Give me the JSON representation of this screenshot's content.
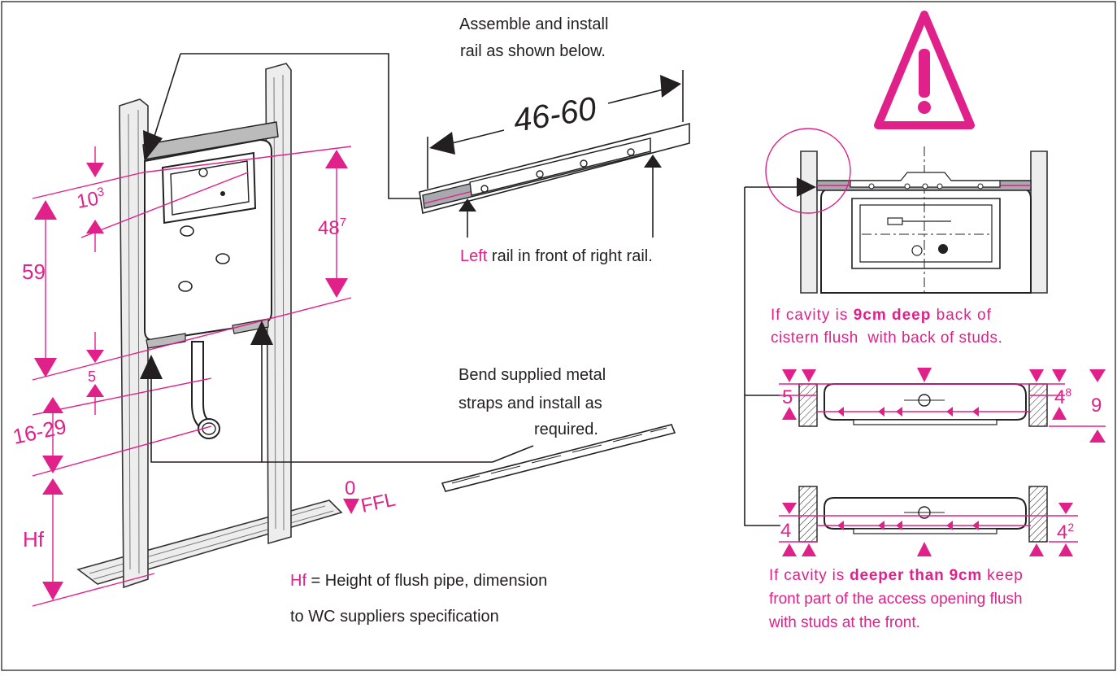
{
  "texts": {
    "assemble_line1": "Assemble and install",
    "assemble_line2": "rail as shown below.",
    "rail_dim": "46-60",
    "left_word": "Left",
    "left_rest": " rail in front of right rail.",
    "bend_line1": "Bend supplied metal",
    "bend_line2": "straps and install as",
    "bend_line3": "required.",
    "hf_prefix": "Hf",
    "hf_rest": " = Height of flush pipe, dimension",
    "hf_line2": "to WC suppliers specification",
    "cav9_a": "If cavity is ",
    "cav9_b": "9cm deep",
    "cav9_c": " back of",
    "cav9_line2": "cistern flush  with back of studs.",
    "deep_a": "If cavity is ",
    "deep_b": "deeper than 9cm",
    "deep_c": " keep",
    "deep_line2": "front part of the access opening flush",
    "deep_line3": "with studs at the front."
  },
  "dimensions": {
    "d10_base": "10",
    "d10_sup": "3",
    "d48_base": "48",
    "d48_sup": "7",
    "d59": "59",
    "d5": "5",
    "d16_29": "16-29",
    "hf": "Hf",
    "zero": "0",
    "ffl": "FFL",
    "r5": "5",
    "r4_8_base": "4",
    "r4_8_sup": "8",
    "r9": "9",
    "r4": "4",
    "r4_2_base": "4",
    "r4_2_sup": "2"
  },
  "colors": {
    "accent": "#e0218a",
    "ink": "#231f20"
  },
  "icons": {
    "warning": "warning-triangle-icon"
  }
}
